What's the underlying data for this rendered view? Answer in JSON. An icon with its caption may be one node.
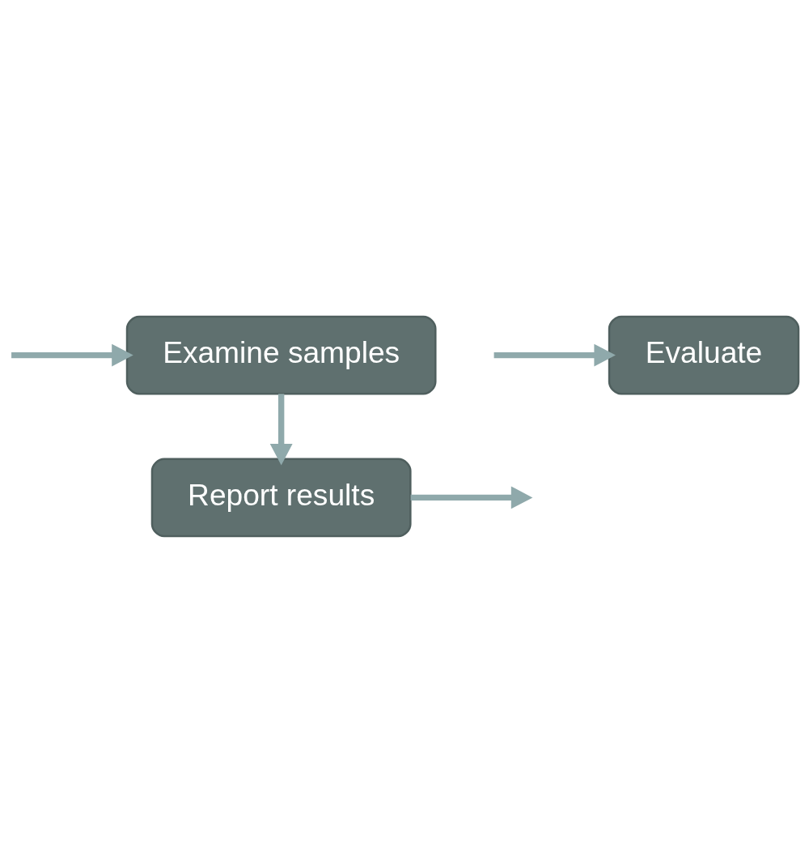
{
  "diagram": {
    "nodes": [
      {
        "text": [
          "Examine samples"
        ]
      },
      {
        "text": [
          "Report results"
        ]
      },
      {
        "text": [
          "Evaluate"
        ]
      }
    ],
    "edges": [
      {
        "from": null,
        "to": 0,
        "arrow": "to"
      },
      {
        "from": 0,
        "to": 1,
        "arrow": "to"
      },
      {
        "from": 1,
        "to": null,
        "arrow": "to"
      },
      {
        "from": null,
        "to": 2,
        "arrow": "to"
      }
    ]
  }
}
